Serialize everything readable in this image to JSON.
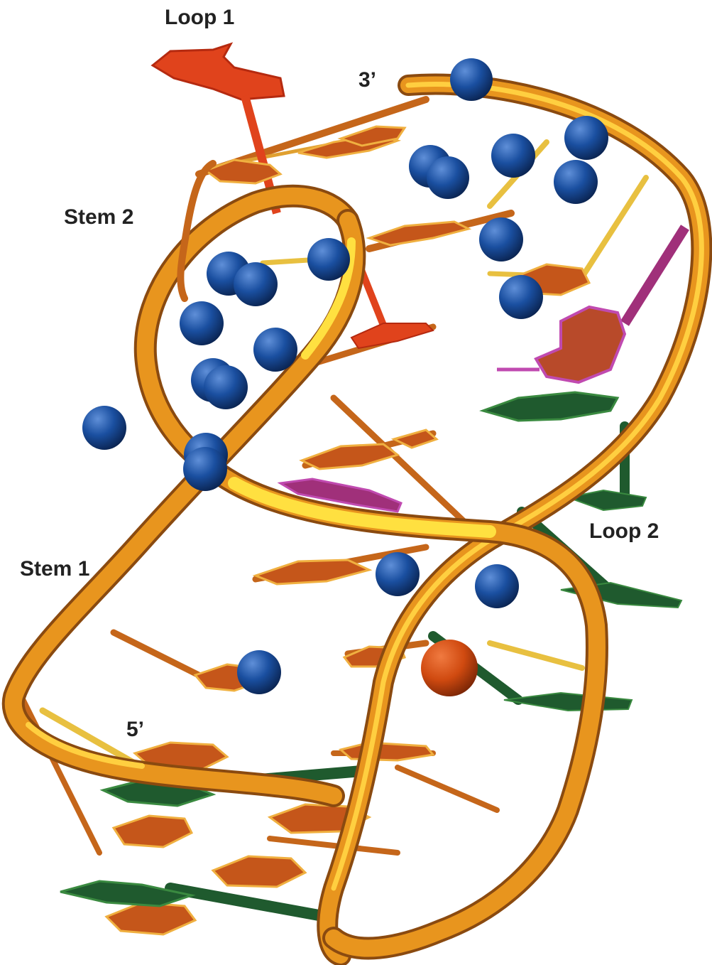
{
  "labels": {
    "loop1": "Loop 1",
    "three_prime": "3’",
    "stem2": "Stem 2",
    "stem1": "Stem 1",
    "loop2": "Loop 2",
    "five_prime": "5’"
  },
  "colors": {
    "backbone": "#e8951e",
    "backbone_highlight": "#ffd23a",
    "backbone_shadow": "#a85a12",
    "base_orange": "#c5561a",
    "base_edge": "#f0b040",
    "loop1_base": "#e0431c",
    "loop2_base": "#1f5a2e",
    "purple_base": "#a0307a",
    "ion_blue": "#1a4fa0",
    "ion_orange": "#d04a10",
    "label_text": "#222222"
  }
}
